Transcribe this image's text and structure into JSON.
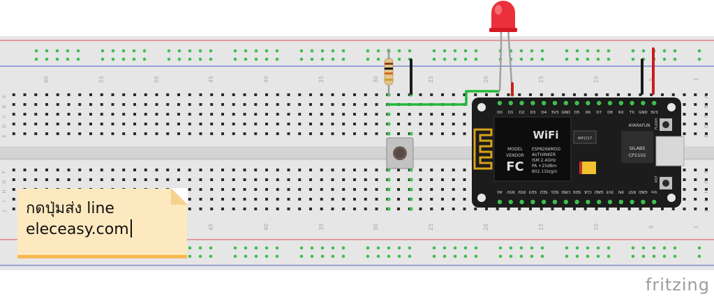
{
  "breadboard": {
    "column_numbers": [
      "60",
      "55",
      "50",
      "45",
      "40",
      "35",
      "30",
      "25",
      "20",
      "15",
      "10",
      "5",
      "1"
    ],
    "row_letters_top": [
      "A",
      "B",
      "C",
      "D",
      "E"
    ],
    "row_letters_bottom": [
      "F",
      "G",
      "H",
      "I",
      "J"
    ]
  },
  "module": {
    "top_pins": [
      "D0",
      "D1",
      "D2",
      "D3",
      "D4",
      "3V3",
      "GND",
      "D5",
      "D6",
      "D7",
      "D8",
      "RX",
      "TX",
      "GND",
      "3V3"
    ],
    "bottom_pins": [
      "A0",
      "RSV",
      "RSV",
      "SD3",
      "SD2",
      "SD1",
      "CMD",
      "SD0",
      "CLK",
      "GND",
      "3V3",
      "EN",
      "RST",
      "GND",
      "Vin"
    ],
    "wifi_label": "WiFi",
    "model_label": "MODEL",
    "vendor_label": "VENDOR",
    "fc_label": "FC",
    "spec_lines": [
      "ESP8266MOD",
      "AI/THINKER",
      "ISM 2.4GHz",
      "PA +25dBm",
      "802.11b/g/n"
    ],
    "regulator_label": "AM1117",
    "brand_label": "AYARAFUN",
    "chip_lines": [
      "SILABS",
      "CP2102"
    ],
    "flash_label": "FLASH",
    "rst_label": "RST"
  },
  "note": {
    "line1": "กดปุ่มส่ง line",
    "line2": "eleceasy.com"
  },
  "logo": "fritzing",
  "colors": {
    "board": "#e6e6e6",
    "rail_red": "#d9534f",
    "rail_blue": "#4a5fc1",
    "hole_green": "#3fbf4f",
    "wire_green": "#22b83a",
    "wire_red": "#cc1d1d",
    "wire_black": "#1a1a1a",
    "led_red": "#e8202a",
    "module_body": "#1c1c1c",
    "note_bg": "#fde9bf"
  }
}
